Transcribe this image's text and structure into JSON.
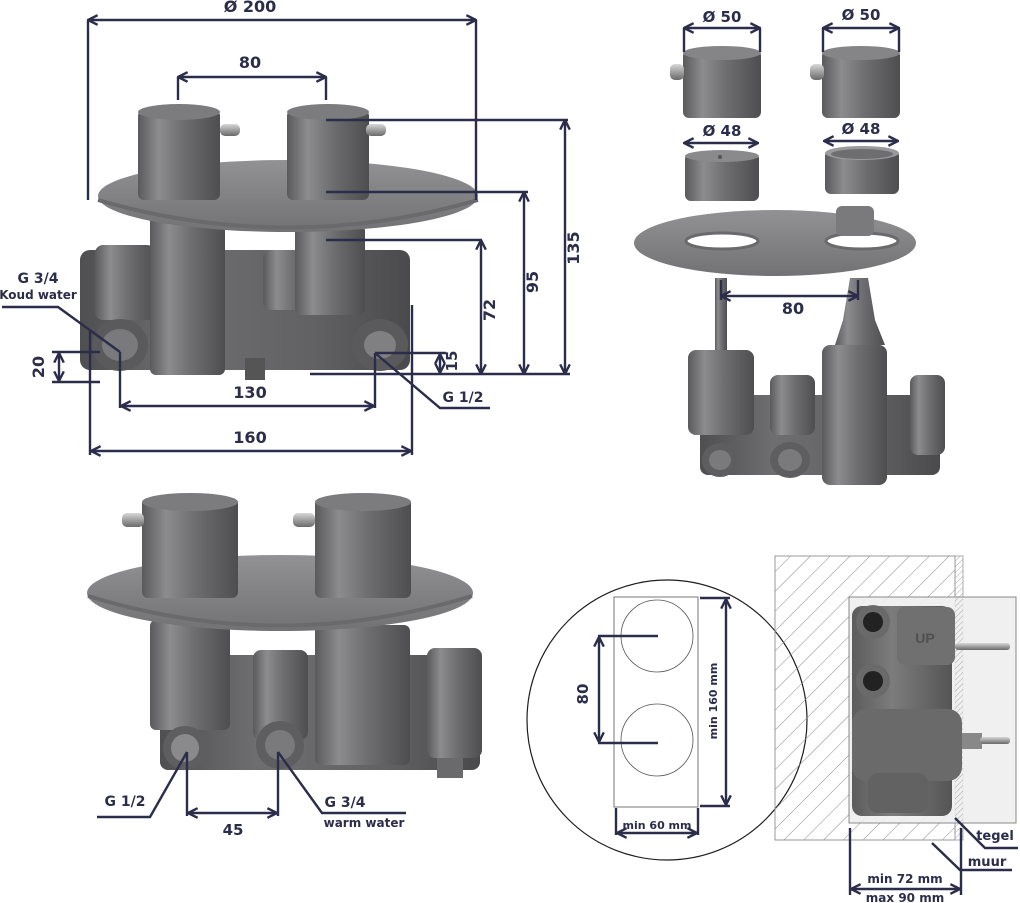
{
  "colors": {
    "dimension_line": "#2b2d4a",
    "metal_dark": "#5e5e60",
    "metal_mid": "#7a7a7c",
    "metal_light": "#a6a6a8",
    "plate": "#8a8a8c",
    "hatch": "#9a9a9a",
    "background": "#ffffff"
  },
  "front_view": {
    "plate_diameter": "Ø 200",
    "handle_spacing": "80",
    "height_total": "135",
    "height_to_plate": "95",
    "height_to_body": "72",
    "offset_left": "20",
    "offset_right": "15",
    "inlet_spacing": "130",
    "body_width": "160",
    "left_inlet_thread": "G 3/4",
    "left_inlet_label": "Koud water",
    "right_inlet_thread": "G 1/2"
  },
  "exploded_view": {
    "knob_left_diameter": "Ø 50",
    "knob_right_diameter": "Ø 50",
    "sleeve_left_diameter": "Ø 48",
    "sleeve_right_diameter": "Ø 48",
    "spindle_spacing": "80"
  },
  "rear_view": {
    "left_outlet_thread": "G 1/2",
    "right_inlet_thread": "G 3/4",
    "right_inlet_label": "warm water",
    "outlet_spacing": "45"
  },
  "cutout_detail": {
    "hole_spacing": "80",
    "min_height": "min 160 mm",
    "min_width": "min 60 mm"
  },
  "wall_section": {
    "tile_label": "tegel",
    "wall_label": "muur",
    "min_depth": "min 72 mm",
    "max_depth": "max 90 mm",
    "body_marking": "UP"
  }
}
